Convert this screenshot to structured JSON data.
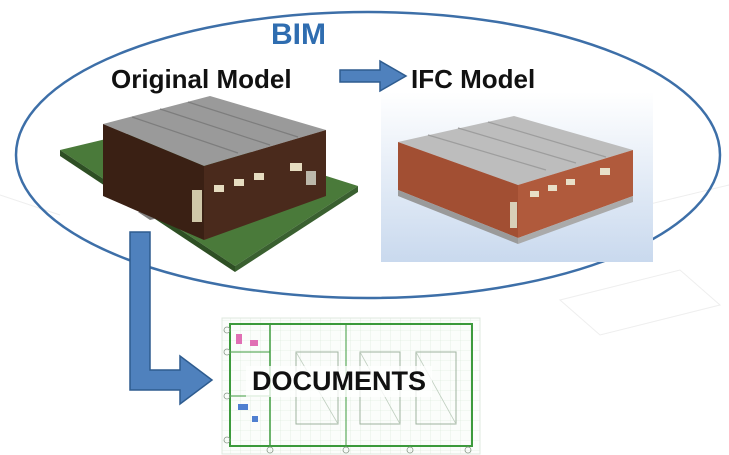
{
  "diagram": {
    "title": "BIM",
    "original_model_label": "Original Model",
    "ifc_model_label": "IFC Model",
    "documents_label": "DOCUMENTS"
  },
  "colors": {
    "title_blue": "#2f6db0",
    "ellipse_stroke": "#3d6fa8",
    "arrow_fill": "#4f81bd",
    "arrow_stroke": "#2e5c8f",
    "grass": "#4a7a3a",
    "brick_dark": "#4a2a1c",
    "brick_ifc": "#b05a3c",
    "roof": "#9a9a9a"
  },
  "icons": {
    "arrow_right": "arrow-right-icon",
    "arrow_down_right": "arrow-down-right-icon"
  }
}
